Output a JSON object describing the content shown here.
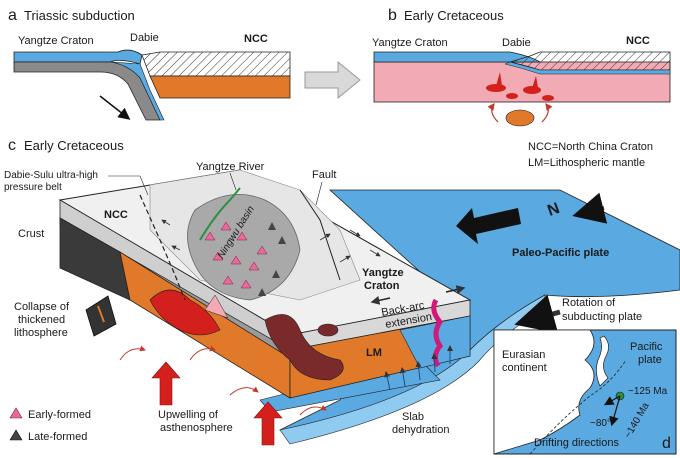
{
  "panels": {
    "a": {
      "letter": "a",
      "title": "Triassic subduction",
      "yangtze": "Yangtze Craton",
      "dabie": "Dabie",
      "ncc": "NCC"
    },
    "b": {
      "letter": "b",
      "title": "Early Cretaceous",
      "yangtze": "Yangtze Craton",
      "dabie": "Dabie",
      "ncc": "NCC"
    },
    "c": {
      "letter": "c",
      "title": "Early Cretaceous",
      "legend_ncc": "NCC=North China Craton",
      "legend_lm": "LM=Lithospheric mantle",
      "dabie_sulu_1": "Dabie-Sulu ultra-high",
      "dabie_sulu_2": "pressure belt",
      "yangtze_river": "Yangtze River",
      "fault": "Fault",
      "ncc": "NCC",
      "crust": "Crust",
      "ningwu": "Ningwu basin",
      "yangtze_craton_1": "Yangtze",
      "yangtze_craton_2": "Craton",
      "backarc_1": "Back-arc",
      "backarc_2": "extension",
      "lm": "LM",
      "paleo_pacific": "Paleo-Pacific plate",
      "rotation_1": "Rotation of",
      "rotation_2": "subducting plate",
      "collapse_1": "Collapse of",
      "collapse_2": "thickened",
      "collapse_3": "lithosphere",
      "upwelling_1": "Upwelling of",
      "upwelling_2": "asthenosphere",
      "slab_1": "Slab",
      "slab_2": "dehydration",
      "early_formed": "Early-formed",
      "late_formed": "Late-formed",
      "north": "N"
    },
    "d": {
      "letter": "d",
      "eurasian_1": "Eurasian",
      "eurasian_2": "continent",
      "pacific_1": "Pacific",
      "pacific_2": "plate",
      "ma125": "~125 Ma",
      "ma140": "~140 Ma",
      "deg80": "~80°",
      "drifting": "Drifting directions"
    }
  },
  "colors": {
    "ocean": "#5aa9e0",
    "ocean_light": "#8fcaf0",
    "orange": "#e07a2a",
    "pink": "#f2aab4",
    "red": "#d4201c",
    "grey": "#8a8a8a",
    "dark": "#3a3a3a",
    "green": "#2f8f3f"
  }
}
